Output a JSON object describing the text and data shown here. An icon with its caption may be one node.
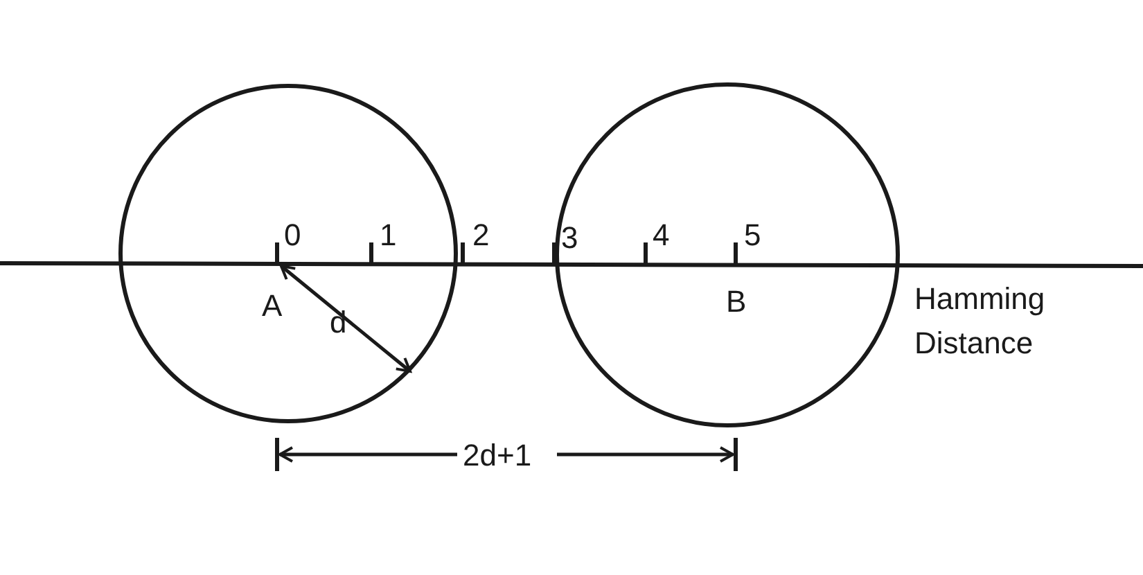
{
  "diagram": {
    "labels": [
      "0",
      "1",
      "2",
      "3",
      "4",
      "5",
      "A",
      "d",
      "B",
      "Hamming Distance",
      "2d+1"
    ]
  }
}
